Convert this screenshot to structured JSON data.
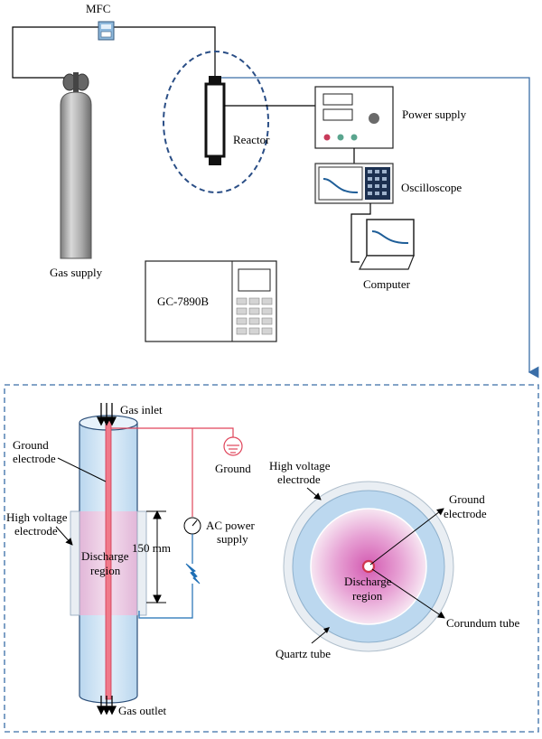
{
  "labels": {
    "mfc": "MFC",
    "gas_supply": "Gas supply",
    "reactor": "Reactor",
    "power_supply": "Power supply",
    "oscilloscope": "Oscilloscope",
    "computer": "Computer",
    "gc": "GC-7890B",
    "gas_inlet": "Gas inlet",
    "gas_outlet": "Gas outlet",
    "ground_electrode_1": "Ground",
    "ground_electrode_2": "electrode",
    "ground": "Ground",
    "hv_electrode_1": "High voltage",
    "hv_electrode_2": "electrode",
    "ac_power_1": "AC power",
    "ac_power_2": "supply",
    "length": "150 mm",
    "discharge_1": "Discharge",
    "discharge_2": "region",
    "cross_hv_1": "High voltage",
    "cross_hv_2": "electrode",
    "cross_ground_1": "Ground",
    "cross_ground_2": "electrode",
    "cross_discharge_1": "Discharge",
    "cross_discharge_2": "region",
    "corundum_tube": "Corundum tube",
    "quartz_tube": "Quartz tube"
  },
  "colors": {
    "connection_line": "#3a6ea8",
    "tube_fill": "#cfe3f3",
    "tube_stroke": "#2b4e78",
    "discharge_pink": "#e9a8d4",
    "ground_rod": "#e0455b",
    "hv_wire": "#1f6fb5",
    "ground_wire": "#e0455b",
    "gas_cylinder": "#9c9c9c"
  }
}
